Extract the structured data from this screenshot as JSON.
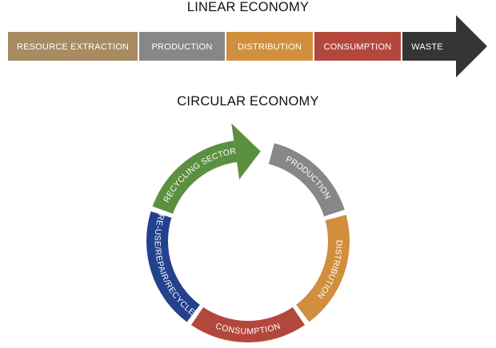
{
  "linear": {
    "title": "LINEAR ECONOMY",
    "stages": [
      {
        "label": "RESOURCE EXTRACTION",
        "color": "#A88B63"
      },
      {
        "label": "PRODUCTION",
        "color": "#87878A"
      },
      {
        "label": "DISTRIBUTION",
        "color": "#D18E3C"
      },
      {
        "label": "CONSUMPTION",
        "color": "#B4473C"
      },
      {
        "label": "WASTE",
        "color": "#353535"
      }
    ]
  },
  "circular": {
    "title": "CIRCULAR ECONOMY",
    "stages": [
      {
        "label": "PRODUCTION",
        "color": "#87878A"
      },
      {
        "label": "DISTRIBUTION",
        "color": "#D18E3C"
      },
      {
        "label": "CONSUMPTION",
        "color": "#B4473C"
      },
      {
        "label": "RE-USE/REPAIR/RECYCLE",
        "color": "#24418E"
      },
      {
        "label": "RECYCLING SECTOR",
        "color": "#5A9040"
      }
    ]
  }
}
